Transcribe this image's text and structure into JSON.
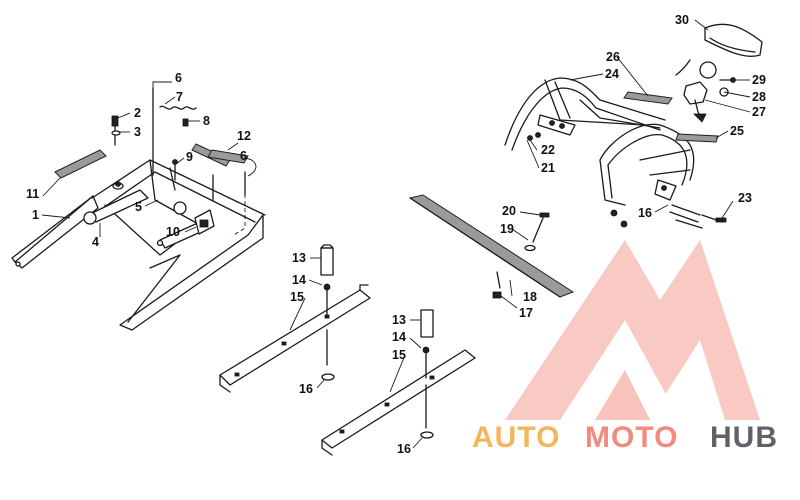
{
  "callouts": [
    "1",
    "2",
    "3",
    "4",
    "5",
    "6",
    "6",
    "7",
    "8",
    "9",
    "10",
    "11",
    "12",
    "13",
    "14",
    "15",
    "16",
    "13",
    "14",
    "15",
    "16",
    "16",
    "17",
    "18",
    "19",
    "20",
    "21",
    "22",
    "23",
    "24",
    "25",
    "26",
    "27",
    "28",
    "29",
    "30"
  ],
  "watermark": {
    "part1": "AUTO",
    "part2": "MOTO",
    "part3": "HUB",
    "color1": "#f5b55a",
    "color2": "#f28b7d",
    "color3": "#5f6368",
    "logo_color": "#f28b7d"
  }
}
